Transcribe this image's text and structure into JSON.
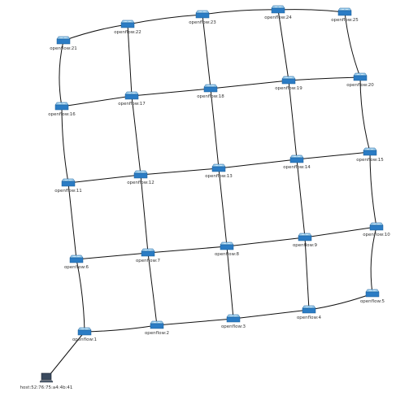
{
  "topology": {
    "switches": [
      {
        "id": "openflow:1",
        "label": "openflow:1"
      },
      {
        "id": "openflow:2",
        "label": "openflow:2"
      },
      {
        "id": "openflow:3",
        "label": "openflow:3"
      },
      {
        "id": "openflow:4",
        "label": "openflow:4"
      },
      {
        "id": "openflow:5",
        "label": "openflow:5"
      },
      {
        "id": "openflow:6",
        "label": "openflow:6"
      },
      {
        "id": "openflow:7",
        "label": "openflow:7"
      },
      {
        "id": "openflow:8",
        "label": "openflow:8"
      },
      {
        "id": "openflow:9",
        "label": "openflow:9"
      },
      {
        "id": "openflow:10",
        "label": "openflow:10"
      },
      {
        "id": "openflow:11",
        "label": "openflow:11"
      },
      {
        "id": "openflow:12",
        "label": "openflow:12"
      },
      {
        "id": "openflow:13",
        "label": "openflow:13"
      },
      {
        "id": "openflow:14",
        "label": "openflow:14"
      },
      {
        "id": "openflow:15",
        "label": "openflow:15"
      },
      {
        "id": "openflow:16",
        "label": "openflow:16"
      },
      {
        "id": "openflow:17",
        "label": "openflow:17"
      },
      {
        "id": "openflow:18",
        "label": "openflow:18"
      },
      {
        "id": "openflow:19",
        "label": "openflow:19"
      },
      {
        "id": "openflow:20",
        "label": "openflow:20"
      },
      {
        "id": "openflow:21",
        "label": "openflow:21"
      },
      {
        "id": "openflow:22",
        "label": "openflow:22"
      },
      {
        "id": "openflow:23",
        "label": "openflow:23"
      },
      {
        "id": "openflow:24",
        "label": "openflow:24"
      },
      {
        "id": "openflow:25",
        "label": "openflow:25"
      }
    ],
    "hosts": [
      {
        "id": "host:52:76:75:a4:4b:41",
        "label": "host:52:76:75:a4:4b:41"
      }
    ],
    "links": [
      [
        "host:52:76:75:a4:4b:41",
        "openflow:1"
      ],
      [
        "openflow:1",
        "openflow:2"
      ],
      [
        "openflow:2",
        "openflow:3"
      ],
      [
        "openflow:3",
        "openflow:4"
      ],
      [
        "openflow:4",
        "openflow:5"
      ],
      [
        "openflow:6",
        "openflow:7"
      ],
      [
        "openflow:7",
        "openflow:8"
      ],
      [
        "openflow:8",
        "openflow:9"
      ],
      [
        "openflow:9",
        "openflow:10"
      ],
      [
        "openflow:11",
        "openflow:12"
      ],
      [
        "openflow:12",
        "openflow:13"
      ],
      [
        "openflow:13",
        "openflow:14"
      ],
      [
        "openflow:14",
        "openflow:15"
      ],
      [
        "openflow:16",
        "openflow:17"
      ],
      [
        "openflow:17",
        "openflow:18"
      ],
      [
        "openflow:18",
        "openflow:19"
      ],
      [
        "openflow:19",
        "openflow:20"
      ],
      [
        "openflow:21",
        "openflow:22"
      ],
      [
        "openflow:22",
        "openflow:23"
      ],
      [
        "openflow:23",
        "openflow:24"
      ],
      [
        "openflow:24",
        "openflow:25"
      ],
      [
        "openflow:1",
        "openflow:6"
      ],
      [
        "openflow:6",
        "openflow:11"
      ],
      [
        "openflow:11",
        "openflow:16"
      ],
      [
        "openflow:16",
        "openflow:21"
      ],
      [
        "openflow:2",
        "openflow:7"
      ],
      [
        "openflow:7",
        "openflow:12"
      ],
      [
        "openflow:12",
        "openflow:17"
      ],
      [
        "openflow:17",
        "openflow:22"
      ],
      [
        "openflow:3",
        "openflow:8"
      ],
      [
        "openflow:8",
        "openflow:13"
      ],
      [
        "openflow:13",
        "openflow:18"
      ],
      [
        "openflow:18",
        "openflow:23"
      ],
      [
        "openflow:4",
        "openflow:9"
      ],
      [
        "openflow:9",
        "openflow:14"
      ],
      [
        "openflow:14",
        "openflow:19"
      ],
      [
        "openflow:19",
        "openflow:24"
      ],
      [
        "openflow:5",
        "openflow:10"
      ],
      [
        "openflow:10",
        "openflow:15"
      ],
      [
        "openflow:15",
        "openflow:20"
      ],
      [
        "openflow:20",
        "openflow:25"
      ]
    ]
  },
  "icons": {
    "switch": "switch-icon",
    "host": "laptop-icon"
  },
  "colors": {
    "switch_top": "#9fd2f2",
    "switch_body": "#2b7cc4",
    "switch_dark": "#1a5a94",
    "link": "#111111",
    "label": "#333333"
  }
}
